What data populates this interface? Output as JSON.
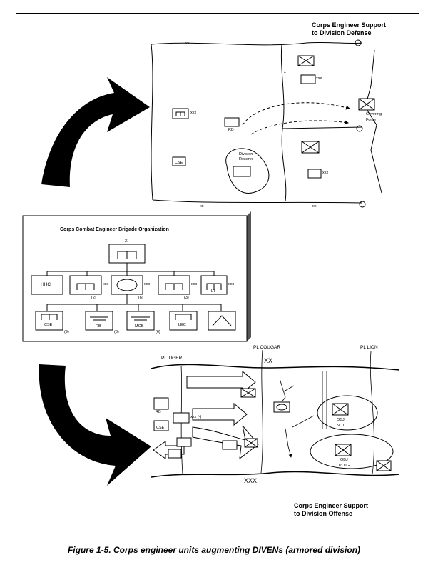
{
  "figure_caption": "Figure 1-5.  Corps engineer units augmenting DIVENs (armored division)",
  "defense": {
    "title_line1": "Corps Engineer Support",
    "title_line2": "to Division Defense",
    "boundary_xx": "xx",
    "boundary_x": "x",
    "unit_label_xxx": "xxx",
    "rb": "RB",
    "cse": "CSE",
    "reserve_line1": "Division",
    "reserve_line2": "Reserve",
    "covering_line1": "Covering",
    "covering_line2": "Force"
  },
  "brigade": {
    "title": "Corps Combat Engineer Brigade Organization",
    "top_echelon": "X",
    "hhc": "HHC",
    "xxx": "xxx",
    "count2": "(2)",
    "count6": "(6)",
    "count3": "(3)",
    "lt": "LT",
    "cse": "CSE",
    "count9": "(9)",
    "rb": "RB",
    "count6b": "(6)",
    "mgb": "MGB",
    "count6c": "(6)",
    "lec": "LEC"
  },
  "offense": {
    "pl_tiger": "PL TIGER",
    "pl_cougar": "PL COUGAR",
    "pl_lion": "PL LION",
    "xx": "XX",
    "xxx": "XXX",
    "obj_nut_1": "OBJ",
    "obj_nut_2": "NUT",
    "obj_plug_1": "OBJ",
    "obj_plug_2": "PLUG",
    "rb": "RB",
    "cse": "CSE",
    "xxx_unit": "xxx (-)",
    "title_line1": "Corps Engineer Support",
    "title_line2": "to Division Offense"
  }
}
